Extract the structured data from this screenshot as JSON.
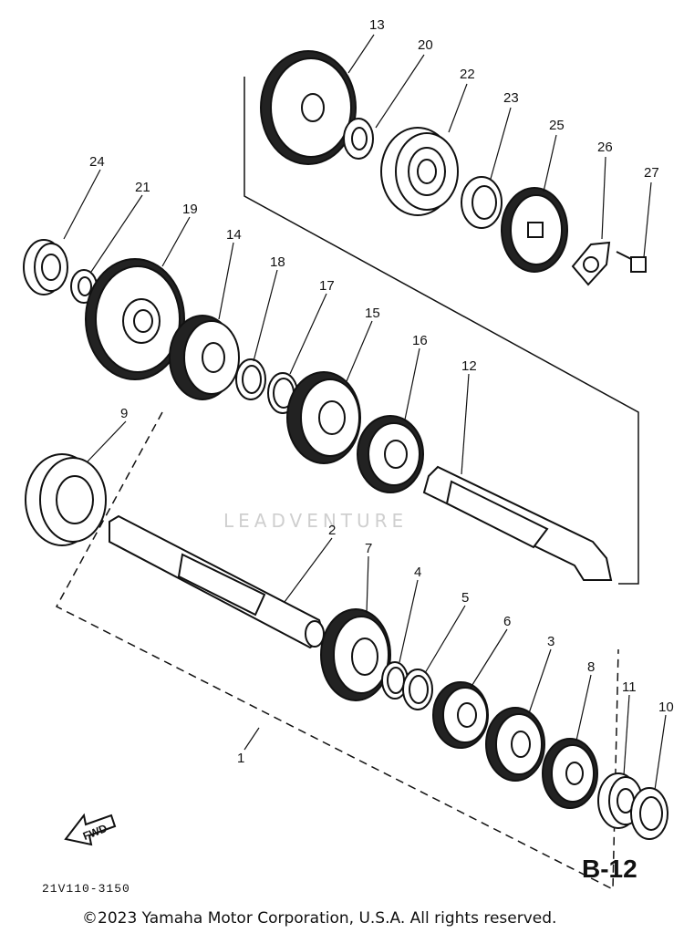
{
  "diagram": {
    "part_numbers": [
      "1",
      "2",
      "3",
      "4",
      "5",
      "6",
      "7",
      "8",
      "9",
      "10",
      "11",
      "12",
      "13",
      "14",
      "15",
      "16",
      "17",
      "18",
      "19",
      "20",
      "21",
      "22",
      "23",
      "24",
      "25",
      "26",
      "27"
    ],
    "page_code": "B-12",
    "drawing_code": "21V110-3150",
    "fwd_label": "FWD",
    "watermark": "LEADVENTURE",
    "copyright": "©2023 Yamaha Motor Corporation, U.S.A. All rights reserved."
  }
}
